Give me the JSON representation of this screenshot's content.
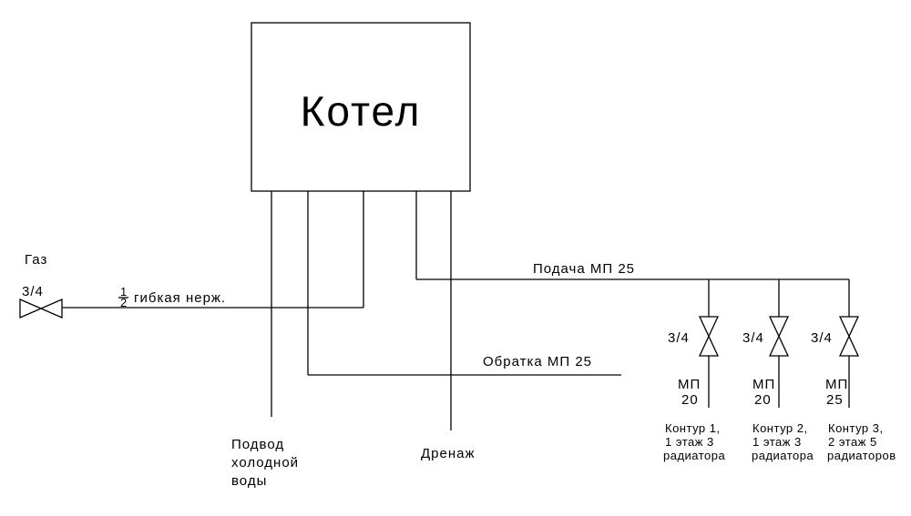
{
  "boiler": {
    "label": "Котел"
  },
  "gas": {
    "label": "Газ",
    "valve_size": "3/4",
    "hose_fraction_num": "1",
    "hose_fraction_den": "2",
    "hose_label": "гибкая нерж."
  },
  "supply": {
    "label": "Подача  МП 25"
  },
  "return": {
    "label": "Обратка  МП 25"
  },
  "cold_water": {
    "line1": "Подвод",
    "line2": "холодной",
    "line3": "воды"
  },
  "drain": {
    "label": "Дренаж"
  },
  "circuits": [
    {
      "valve": "3/4",
      "pipe_line1": "МП",
      "pipe_line2": "20",
      "desc_line1": "Контур 1,",
      "desc_line2": "1 этаж 3",
      "desc_line3": "радиатора"
    },
    {
      "valve": "3/4",
      "pipe_line1": "МП",
      "pipe_line2": "20",
      "desc_line1": "Контур 2,",
      "desc_line2": "1 этаж 3",
      "desc_line3": "радиатора"
    },
    {
      "valve": "3/4",
      "pipe_line1": "МП",
      "pipe_line2": "25",
      "desc_line1": "Контур 3,",
      "desc_line2": "2 этаж 5",
      "desc_line3": "радиаторов"
    }
  ]
}
